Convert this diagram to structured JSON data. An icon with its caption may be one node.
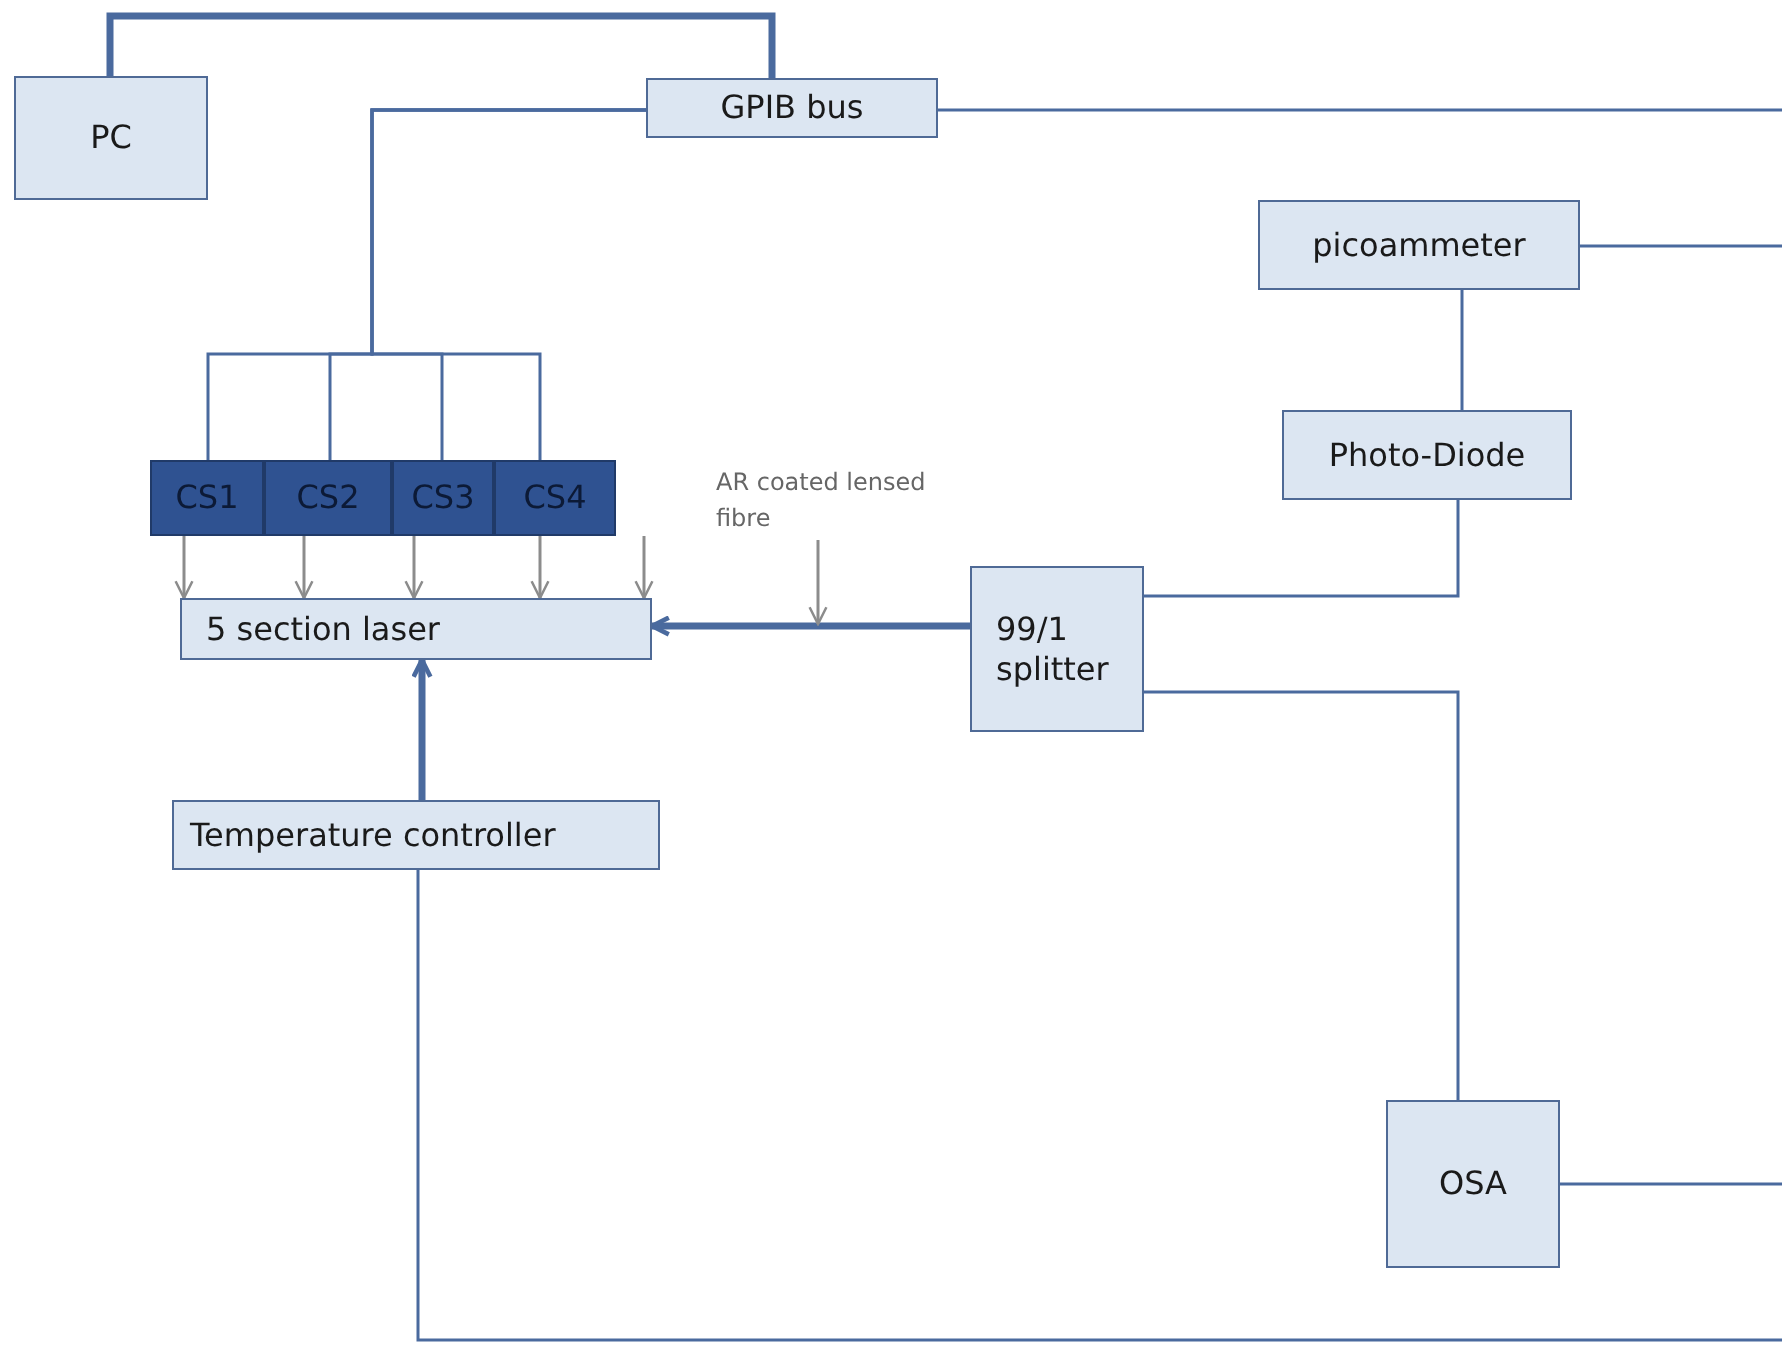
{
  "diagram": {
    "nodes": [
      {
        "text": [
          "PC"
        ]
      },
      {
        "text": [
          "GPIB bus"
        ]
      },
      {
        "text": [
          "picoammeter"
        ]
      },
      {
        "text": [
          "CS1"
        ]
      },
      {
        "text": [
          "CS2"
        ]
      },
      {
        "text": [
          "CS3"
        ]
      },
      {
        "text": [
          "CS4"
        ]
      },
      {
        "text": [
          "Photo-Diode"
        ]
      },
      {
        "text": [
          "AR coated lensed fibre"
        ]
      },
      {
        "text": [
          "5 section laser"
        ]
      },
      {
        "text": [
          "99/1 splitter"
        ]
      },
      {
        "text": [
          "Temperature controller"
        ]
      },
      {
        "text": [
          "OSA"
        ]
      }
    ],
    "edges": [
      {
        "from": 0,
        "to": 1,
        "arrow": "none",
        "style": "thick"
      },
      {
        "from": 1,
        "to": 3,
        "arrow": "none"
      },
      {
        "from": 1,
        "to": 4,
        "arrow": "none"
      },
      {
        "from": 1,
        "to": 5,
        "arrow": "none"
      },
      {
        "from": 1,
        "to": 6,
        "arrow": "none"
      },
      {
        "from": 1,
        "to": null,
        "arrow": "none"
      },
      {
        "from": 3,
        "to": 9,
        "arrow": "to",
        "color": "#8c8c8c"
      },
      {
        "from": 4,
        "to": 9,
        "arrow": "to",
        "color": "#8c8c8c"
      },
      {
        "from": 5,
        "to": 9,
        "arrow": "to",
        "color": "#8c8c8c"
      },
      {
        "from": 6,
        "to": 9,
        "arrow": "to",
        "color": "#8c8c8c"
      },
      {
        "from": null,
        "to": 9,
        "arrow": "to",
        "color": "#8c8c8c"
      },
      {
        "from": 2,
        "to": 7,
        "arrow": "none"
      },
      {
        "from": 7,
        "to": 10,
        "arrow": "none"
      },
      {
        "from": 10,
        "to": 9,
        "arrow": "to",
        "style": "thick"
      },
      {
        "from": 8,
        "to": null,
        "arrow": "to",
        "color": "#8c8c8c"
      },
      {
        "from": 11,
        "to": 9,
        "arrow": "to",
        "style": "thick"
      },
      {
        "from": 10,
        "to": 12,
        "arrow": "none"
      },
      {
        "from": 2,
        "to": null,
        "arrow": "none"
      },
      {
        "from": 11,
        "to": null,
        "arrow": "none"
      },
      {
        "from": 12,
        "to": null,
        "arrow": "none"
      }
    ]
  }
}
